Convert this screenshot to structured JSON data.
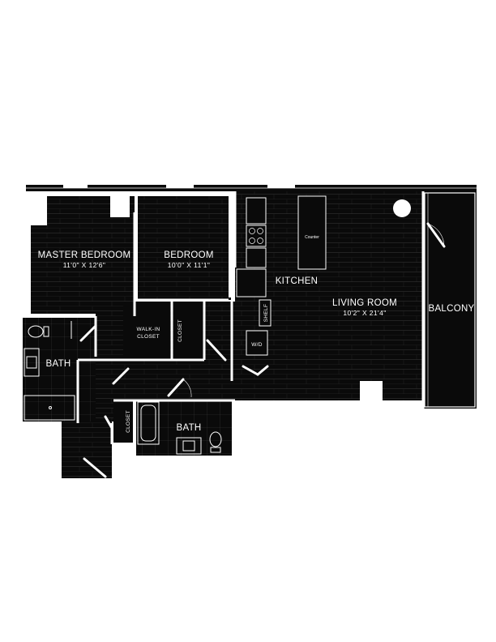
{
  "rooms": {
    "master_bedroom": {
      "name": "MASTER BEDROOM",
      "dim": "11'0\" X 12'6\""
    },
    "bedroom": {
      "name": "BEDROOM",
      "dim": "10'0\" X 11'1\""
    },
    "kitchen": {
      "name": "KITCHEN"
    },
    "living_room": {
      "name": "LIVING ROOM",
      "dim": "10'2\" X 21'4\""
    },
    "balcony": {
      "name": "BALCONY"
    },
    "master_bath": {
      "name": "BATH"
    },
    "bath": {
      "name": "BATH"
    }
  },
  "labels": {
    "walk_in": "WALK-IN",
    "closet_word": "CLOSET",
    "closet_v1": "CLOSET",
    "closet_v2": "CLOSET",
    "shelf": "SHELF",
    "wd": "W/D",
    "island_text": "Counter"
  },
  "colors": {
    "floor": "#0a0a0a",
    "wall": "#ffffff",
    "plank": "#3a3a3a",
    "background": "#ffffff"
  }
}
